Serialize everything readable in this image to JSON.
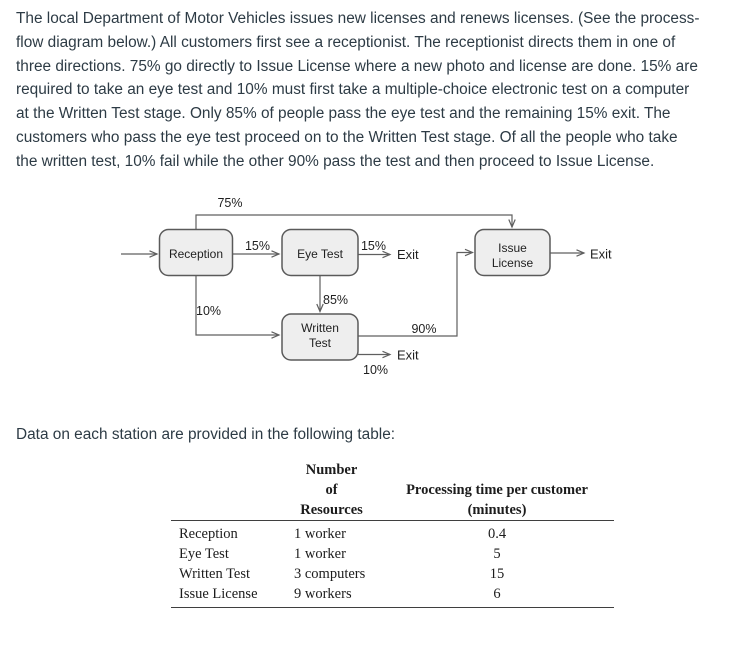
{
  "intro": {
    "lines": [
      "The local Department of Motor Vehicles issues new licenses and renews licenses. (See the process-",
      "flow diagram below.) All customers first see a receptionist. The receptionist directs them in one of",
      "three directions. 75% go directly to Issue License where a new photo and license are done. 15% are",
      "required to take an eye test and 10% must first take a multiple-choice electronic test on a computer",
      "at the Written Test stage. Only 85% of people pass the eye test and the remaining 15% exit. The",
      "customers who pass the eye test proceed on to the Written Test stage. Of all the people who take",
      "the written test, 10% fail while the other 90% pass the test and then proceed to Issue License."
    ]
  },
  "caption": "Data on each station are provided in the following table:",
  "diagram": {
    "nodes": {
      "reception": {
        "label": "Reception"
      },
      "eye_test": {
        "label": "Eye Test"
      },
      "written_test": {
        "line1": "Written",
        "line2": "Test"
      },
      "issue_license": {
        "line1": "Issue",
        "line2": "License"
      }
    },
    "labels": {
      "pct75": "75%",
      "pct15_to_eye": "15%",
      "pct15_to_exit": "15%",
      "pct85": "85%",
      "pct10_to_written": "10%",
      "pct90": "90%",
      "pct10_to_exit": "10%",
      "exit_after_eye": "Exit",
      "exit_after_written": "Exit",
      "exit_after_issue": "Exit"
    }
  },
  "table": {
    "headers": {
      "col2_lines": [
        "Number",
        "of",
        "Resources"
      ],
      "col3_lines": [
        "Processing time per customer",
        "(minutes)"
      ]
    },
    "rows": [
      {
        "station": "Reception",
        "resources": "1 worker",
        "time": "0.4"
      },
      {
        "station": "Eye Test",
        "resources": "1 worker",
        "time": "5"
      },
      {
        "station": "Written Test",
        "resources": "3 computers",
        "time": "15"
      },
      {
        "station": "Issue License",
        "resources": "9 workers",
        "time": "6"
      }
    ]
  },
  "colors": {
    "body_text": "#2d3b45",
    "diagram_text": "#1f1f1f",
    "box_fill": "#eeeeee",
    "box_border": "#5a5a5a",
    "connector": "#5f5f5f",
    "table_rule": "#3f3f3f"
  }
}
